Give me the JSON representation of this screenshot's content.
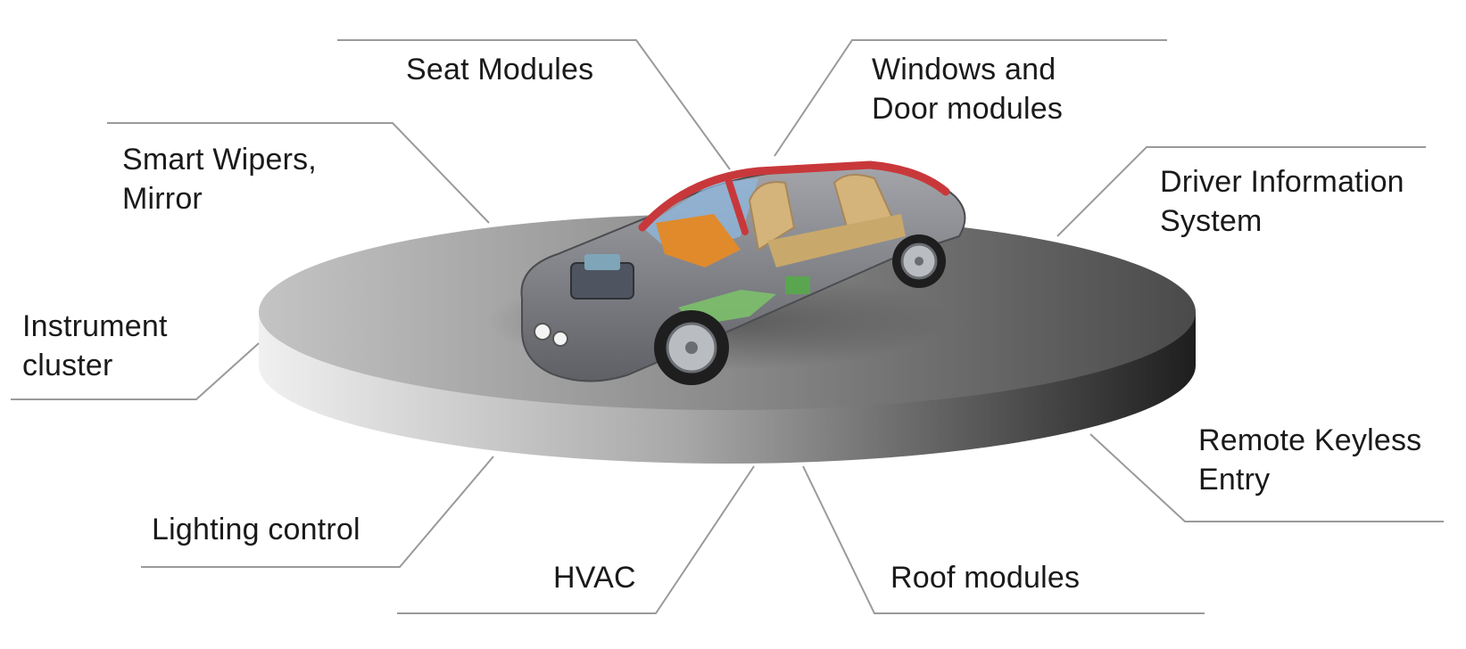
{
  "labels": {
    "seat_modules": [
      "Seat Modules"
    ],
    "windows_door": [
      "Windows and",
      "Door modules"
    ],
    "smart_wipers": [
      "Smart Wipers,",
      "Mirror"
    ],
    "driver_info": [
      "Driver Information",
      "System"
    ],
    "instrument_cluster": [
      "Instrument",
      "cluster"
    ],
    "remote_keyless": [
      "Remote Keyless",
      "Entry"
    ],
    "lighting_control": [
      "Lighting control"
    ],
    "hvac": [
      "HVAC"
    ],
    "roof_modules": [
      "Roof modules"
    ]
  },
  "colors": {
    "leader_line": "#9a9a9a",
    "text": "#1a1a1a",
    "platform_light": "#e8e8e8",
    "platform_dark": "#2a2a2a",
    "car_body": "#7d7f84",
    "car_frame_red": "#c8383b",
    "seat_beige": "#d4b47a",
    "dash_orange": "#e08a2c",
    "glass_blue": "#8fb8e0",
    "floor_green": "#7cc06a"
  }
}
